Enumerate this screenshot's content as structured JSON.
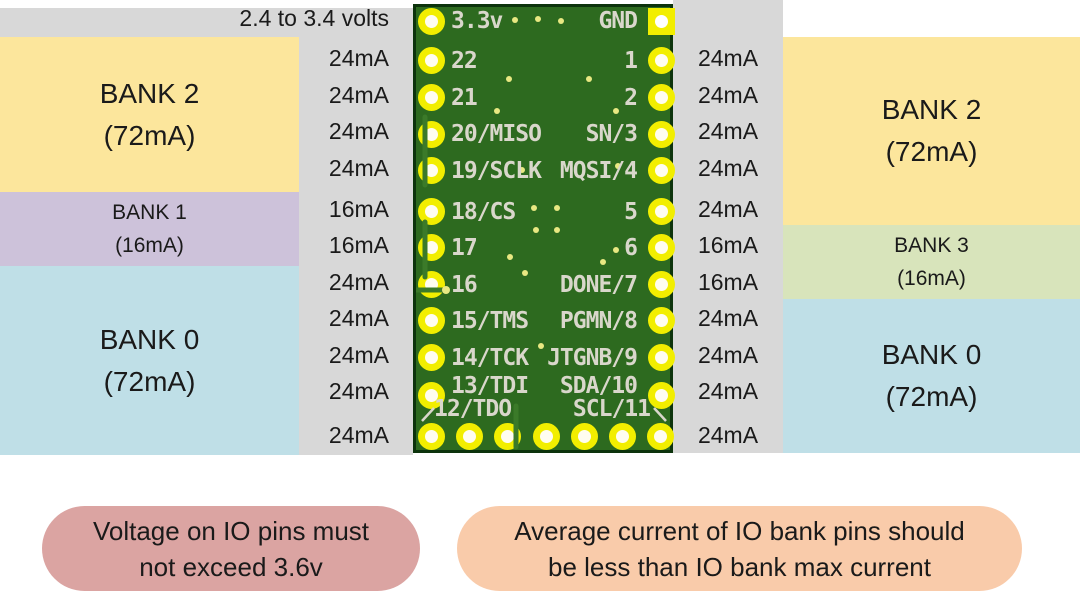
{
  "top_note": "2.4 to 3.4 volts",
  "left_banks": [
    {
      "name": "BANK 2",
      "max": "(72mA)"
    },
    {
      "name": "BANK 1",
      "max": "(16mA)"
    },
    {
      "name": "BANK 0",
      "max": "(72mA)"
    }
  ],
  "right_banks": [
    {
      "name": "BANK 2",
      "max": "(72mA)"
    },
    {
      "name": "BANK 3",
      "max": "(16mA)"
    },
    {
      "name": "BANK 0",
      "max": "(72mA)"
    }
  ],
  "left_pin_currents": [
    "24mA",
    "24mA",
    "24mA",
    "24mA",
    "16mA",
    "16mA",
    "24mA",
    "24mA",
    "24mA",
    "24mA",
    "24mA"
  ],
  "right_pin_currents": [
    "24mA",
    "24mA",
    "24mA",
    "24mA",
    "24mA",
    "16mA",
    "16mA",
    "24mA",
    "24mA",
    "24mA",
    "24mA"
  ],
  "board": {
    "left_pin_labels": [
      "3.3v",
      "22",
      "21",
      "20/MISO",
      "19/SCLK",
      "18/CS",
      "17",
      "16",
      "15/TMS",
      "14/TCK",
      "13/TDI",
      "12/TDO"
    ],
    "right_pin_labels": [
      "GND",
      "1",
      "2",
      "SN/3",
      "MQSI/4",
      "5",
      "6",
      "DONE/7",
      "PGMN/8",
      "JTGNB/9",
      "SDA/10",
      "SCL/11"
    ]
  },
  "callouts": {
    "voltage_line1": "Voltage on IO pins must",
    "voltage_line2": "not exceed 3.6v",
    "current_line1": "Average current of IO bank pins should",
    "current_line2": "be less than IO bank max current"
  },
  "colors": {
    "gray_panel": "#d8d8d8",
    "bank_72ma_yellow": "#fce69c",
    "bank1_purple": "#cdc2da",
    "bank0_blue": "#bfdfe7",
    "bank3_green": "#d8e4bb",
    "pcb_green": "#2d6a1f",
    "pad_yellow": "#f2ee00",
    "voltage_callout_pink": "#dba4a2",
    "current_callout_orange": "#f9cbaa"
  }
}
